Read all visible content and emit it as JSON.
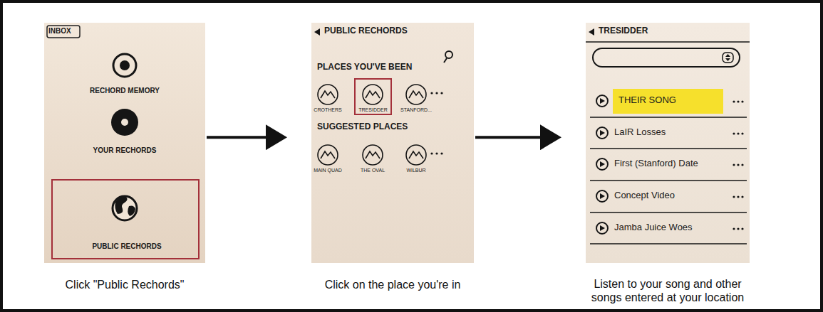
{
  "diagram": {
    "nodes": [
      {
        "text": [
          "INBOX",
          "RECHORD MEMORY",
          "YOUR RECHORDS"
        ]
      },
      {
        "text": [
          "PUBLIC RECHORDS"
        ],
        "in": 0
      },
      {
        "text": [
          "PUBLIC RECHORDS",
          "PLACES YOU'VE BEEN",
          "CROTHERS",
          "STANFORD...",
          "SUGGESTED PLACES",
          "MAIN QUAD",
          "THE OVAL",
          "WILBUR"
        ]
      },
      {
        "text": [
          "TRESIDDER"
        ],
        "in": 2
      },
      {
        "text": [
          "TRESIDDER",
          "LaIR Losses",
          "First (Stanford) Date",
          "Concept Video",
          "Jamba Juice Woes"
        ]
      },
      {
        "text": [
          "THEIR SONG"
        ],
        "in": 4
      }
    ],
    "edges": [
      {
        "from": 0,
        "to": 2,
        "arrow": "to"
      },
      {
        "from": 2,
        "to": 4,
        "arrow": "to"
      }
    ],
    "labels": [
      "Click \"Public Rechords\"",
      "Click on the place you're in",
      "Listen to your song and other songs entered at your location"
    ]
  }
}
